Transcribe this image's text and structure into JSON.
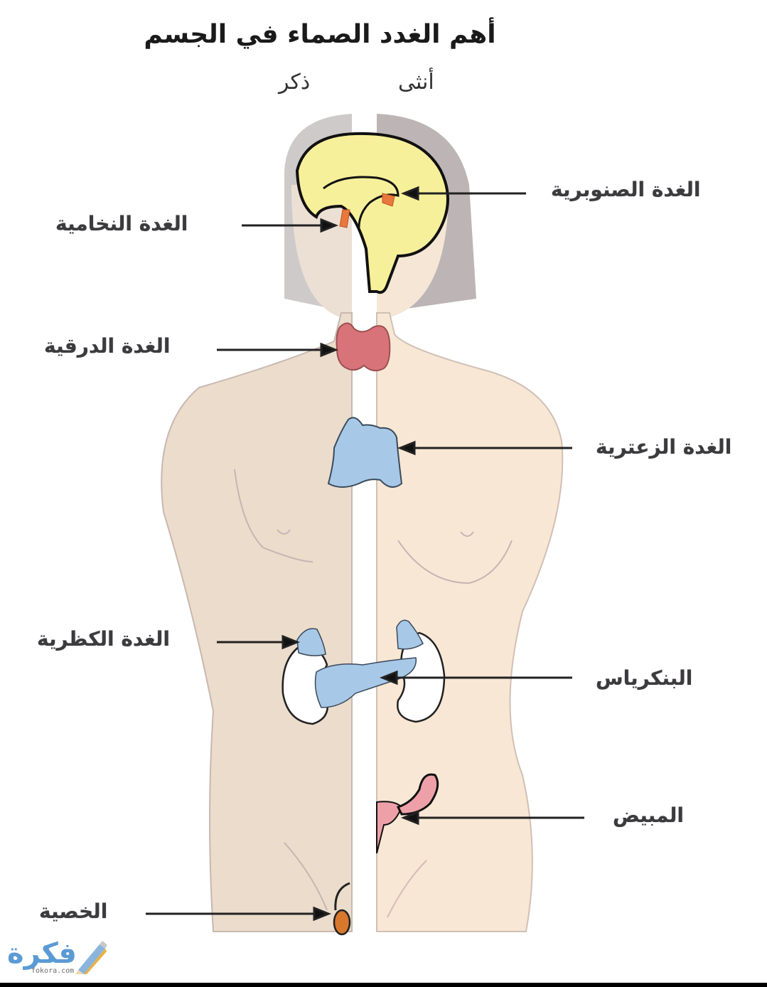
{
  "title": "أهم الغدد الصماء في الجسم",
  "sex_labels": {
    "male": "ذكر",
    "female": "أنثى"
  },
  "labels": {
    "pineal": "الغدة الصنوبرية",
    "pituitary": "الغدة النخامية",
    "thyroid": "الغدة الدرقية",
    "thymus": "الغدة الزعترية",
    "adrenal": "الغدة الكظرية",
    "pancreas": "البنكرياس",
    "ovary": "المبيض",
    "testis": "الخصية"
  },
  "colors": {
    "brain": "#f7f09a",
    "skin_male": "#ecdccb",
    "skin_female": "#f8e6d2",
    "hair": "#c4bcbc",
    "thyroid": "#d9737a",
    "thymus": "#a8c8e8",
    "gland_orange": "#e8783c",
    "ovary_pink": "#eea0a8",
    "testis_orange": "#d8782c"
  },
  "logo": {
    "text": "فكرة",
    "sub": "fokora.com"
  }
}
